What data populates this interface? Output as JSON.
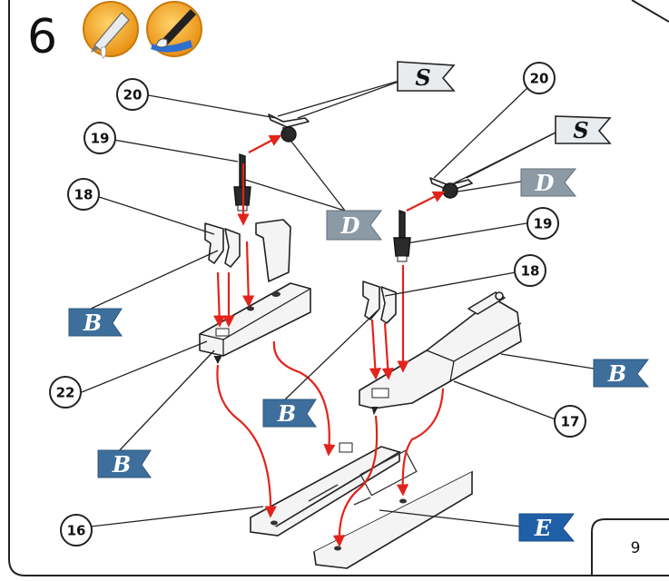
{
  "step": {
    "number": "6",
    "icons": [
      "glue-icon",
      "paint-brush-icon"
    ]
  },
  "page_number": "9",
  "callouts": [
    "20",
    "19",
    "18",
    "22",
    "16",
    "20",
    "19",
    "18",
    "17"
  ],
  "flags": {
    "s_left": "S",
    "s_right": "S",
    "d_left": "D",
    "d_right": "D",
    "b_1": "B",
    "b_2": "B",
    "b_3": "B",
    "b_4": "B",
    "e": "E"
  },
  "colors": {
    "flag_grey": "#8c9aa6",
    "flag_blue": "#3d6e9c",
    "flag_e": "#1f5fa8",
    "arrow_red": "#e3231b",
    "icon_orange": "#f3a51d"
  }
}
